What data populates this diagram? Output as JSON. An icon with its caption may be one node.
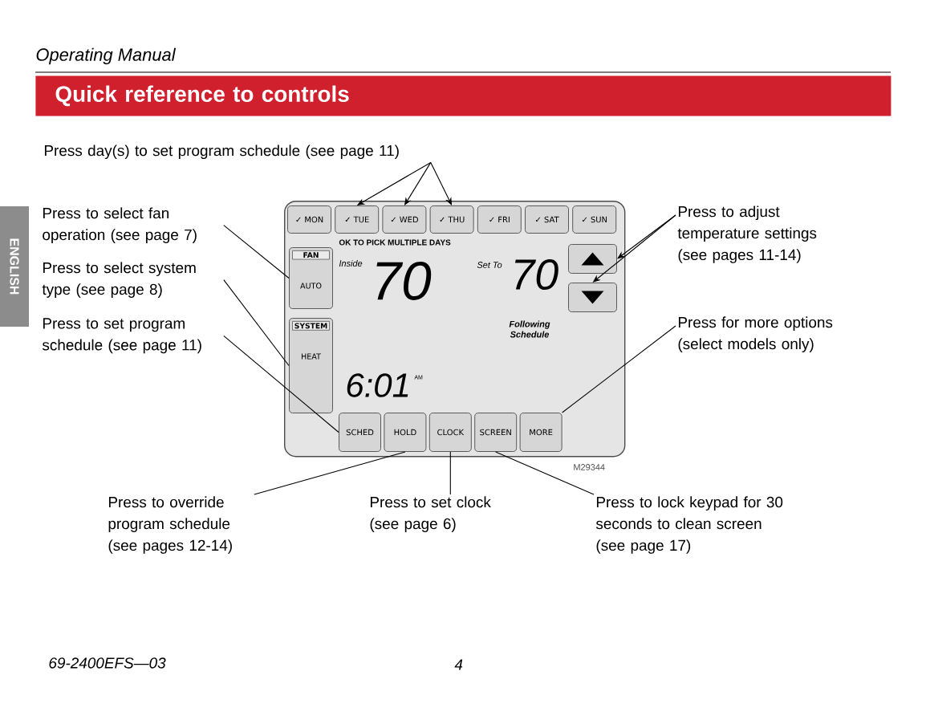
{
  "diagram": {
    "title": "Quick reference to controls",
    "nodes": [
      {
        "text": [
          "Press day(s) to set program schedule (see page 11)"
        ]
      },
      {
        "text": [
          "Press to select fan operation (see page 7)"
        ]
      },
      {
        "text": [
          "Press to select system type (see page 8)"
        ]
      },
      {
        "text": [
          "Press to set program schedule (see page 11)"
        ]
      },
      {
        "text": [
          "OK TO PICK MULTIPLE DAYS",
          "Inside",
          "70",
          "Set To",
          "70",
          "Following Schedule",
          "6:01",
          "AM"
        ]
      },
      {
        "text": [
          "✓ MON"
        ],
        "in": 4
      },
      {
        "text": [
          "✓ TUE"
        ],
        "in": 4
      },
      {
        "text": [
          "✓ WED"
        ],
        "in": 4
      },
      {
        "text": [
          "✓ THU"
        ],
        "in": 4
      },
      {
        "text": [
          "✓ FRI"
        ],
        "in": 4
      },
      {
        "text": [
          "✓ SAT"
        ],
        "in": 4
      },
      {
        "text": [
          "✓ SUN"
        ],
        "in": 4
      },
      {
        "text": [
          "FAN",
          "AUTO"
        ],
        "in": 4
      },
      {
        "text": [
          "SYSTEM",
          "HEAT"
        ],
        "in": 4
      },
      {
        "text": [],
        "shape": "box",
        "in": 4
      },
      {
        "text": [],
        "shape": "box",
        "in": 4
      },
      {
        "text": [
          "SCHED"
        ],
        "in": 4
      },
      {
        "text": [
          "HOLD"
        ],
        "in": 4
      },
      {
        "text": [
          "CLOCK"
        ],
        "in": 4
      },
      {
        "text": [
          "SCREEN"
        ],
        "in": 4
      },
      {
        "text": [
          "MORE"
        ],
        "in": 4
      },
      {
        "text": [
          "Press to adjust temperature settings (see pages 11-14)"
        ]
      },
      {
        "text": [
          "Press for more options (select models only)"
        ]
      },
      {
        "text": [
          "Press to override program schedule (see pages 12-14)"
        ]
      },
      {
        "text": [
          "Press to set clock (see page 6)"
        ]
      },
      {
        "text": [
          "Press to lock keypad for 30 seconds to clean screen (see page 17)"
        ]
      }
    ],
    "edges": [
      {
        "from": 0,
        "to": 6,
        "arrow": "to"
      },
      {
        "from": 0,
        "to": 7,
        "arrow": "to"
      },
      {
        "from": 0,
        "to": 8,
        "arrow": "to"
      },
      {
        "from": 1,
        "to": 12,
        "arrow": "none"
      },
      {
        "from": 2,
        "to": 13,
        "arrow": "none"
      },
      {
        "from": 3,
        "to": 16,
        "arrow": "none"
      },
      {
        "from": 21,
        "to": 14,
        "arrow": "to"
      },
      {
        "from": 21,
        "to": 15,
        "arrow": "to"
      },
      {
        "from": 22,
        "to": 20,
        "arrow": "none"
      },
      {
        "from": 23,
        "to": 17,
        "arrow": "none"
      },
      {
        "from": 24,
        "to": 18,
        "arrow": "none"
      },
      {
        "from": 25,
        "to": 19,
        "arrow": "none"
      }
    ],
    "labels": [
      "Operating Manual",
      "ENGLISH",
      "M29344",
      "69-2400EFS—03",
      "4"
    ]
  }
}
